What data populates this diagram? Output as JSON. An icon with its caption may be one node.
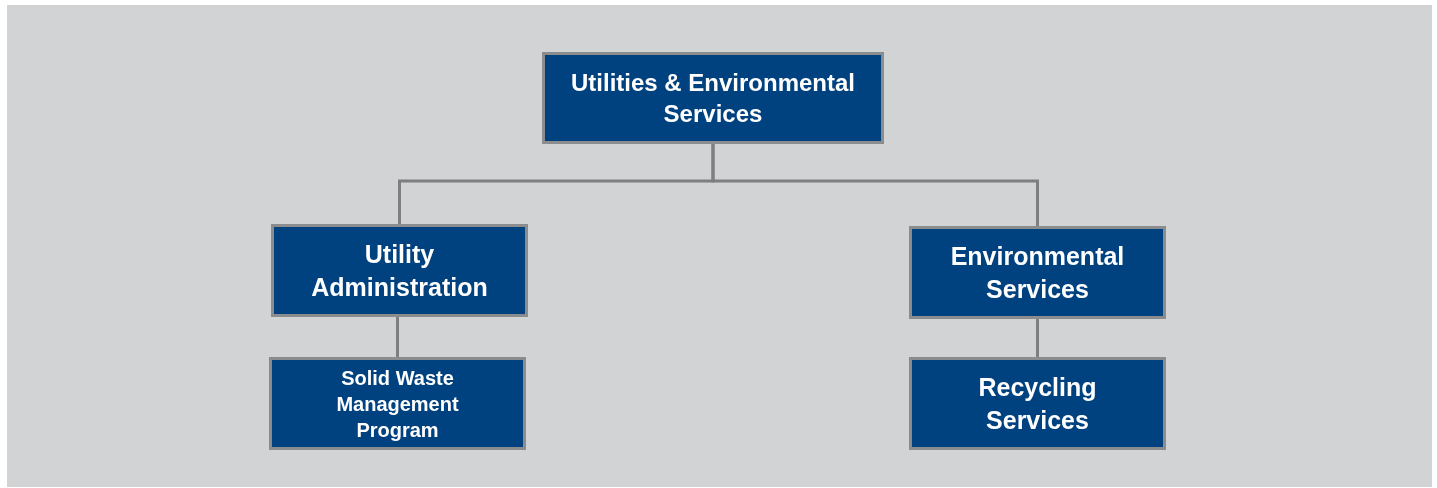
{
  "diagram": {
    "nodes": [
      {
        "text": [
          "Utilities & Environmental Services"
        ]
      },
      {
        "text": [
          "Utility Administration"
        ]
      },
      {
        "text": [
          "Environmental Services"
        ]
      },
      {
        "text": [
          "Solid Waste Management Program"
        ]
      },
      {
        "text": [
          "Recycling Services"
        ]
      }
    ],
    "edges": [
      {
        "from": 0,
        "to": 1,
        "arrow": "none"
      },
      {
        "from": 0,
        "to": 2,
        "arrow": "none"
      },
      {
        "from": 1,
        "to": 3,
        "arrow": "none"
      },
      {
        "from": 2,
        "to": 4,
        "arrow": "none"
      }
    ]
  }
}
